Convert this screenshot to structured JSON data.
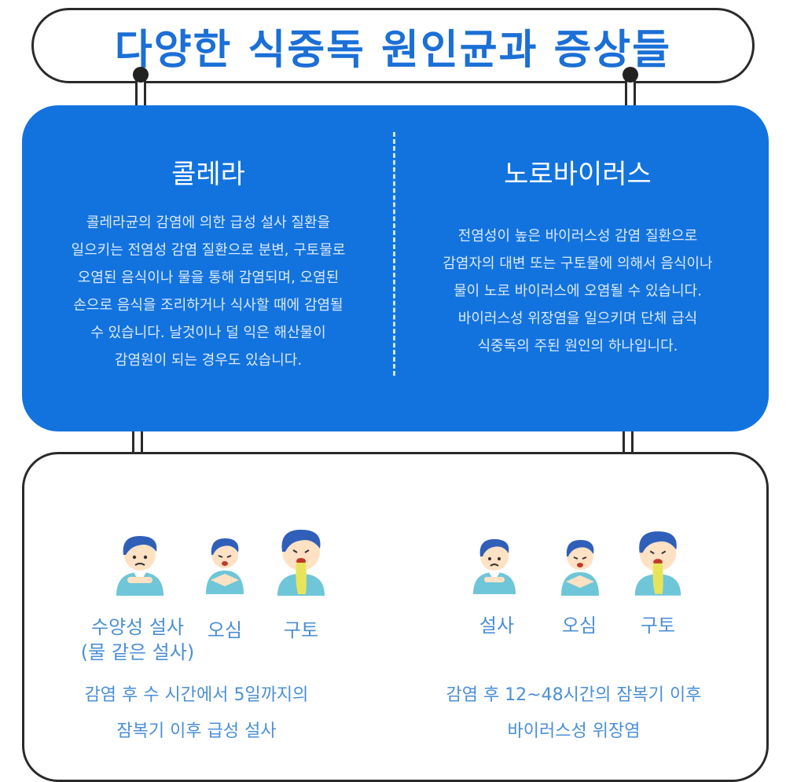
{
  "title": "다양한 식중독 원인균과 증상들",
  "colors": {
    "accent": "#1373de",
    "title": "#1b6fd6",
    "symptom_text": "#4b8fd6"
  },
  "cholera": {
    "name": "콜레라",
    "desc_lines": [
      "콜레라균의 감염에 의한 급성 설사 질환을",
      "일으키는 전염성 감염 질환으로 분변, 구토물로",
      "오염된 음식이나 물을 통해 감염되며, 오염된",
      "손으로 음식을 조리하거나 식사할 때에 감염될",
      "수 있습니다. 날것이나 덜 익은 해산물이",
      "감염원이 되는 경우도 있습니다."
    ],
    "symptoms": [
      {
        "label_1": "수양성 설사",
        "label_2": "(물 같은 설사)",
        "icon": "diarrhea-person-icon"
      },
      {
        "label_1": "오심",
        "label_2": "",
        "icon": "nausea-person-icon"
      },
      {
        "label_1": "구토",
        "label_2": "",
        "icon": "vomiting-person-icon"
      }
    ],
    "incubation_1": "감염 후 수 시간에서 5일까지의",
    "incubation_2": "잠복기 이후 급성 설사"
  },
  "norovirus": {
    "name": "노로바이러스",
    "desc_lines": [
      "전염성이 높은 바이러스성 감염 질환으로",
      "감염자의 대변 또는 구토물에 의해서 음식이나",
      "물이 노로 바이러스에 오염될 수 있습니다.",
      "바이러스성 위장염을 일으키며 단체 급식",
      "식중독의 주된 원인의 하나입니다."
    ],
    "symptoms": [
      {
        "label_1": "설사",
        "icon": "diarrhea-person-icon"
      },
      {
        "label_1": "오심",
        "icon": "nausea-person-icon"
      },
      {
        "label_1": "구토",
        "icon": "vomiting-person-icon"
      }
    ],
    "incubation_1": "감염 후 12~48시간의 잠복기 이후",
    "incubation_2": "바이러스성 위장염"
  }
}
